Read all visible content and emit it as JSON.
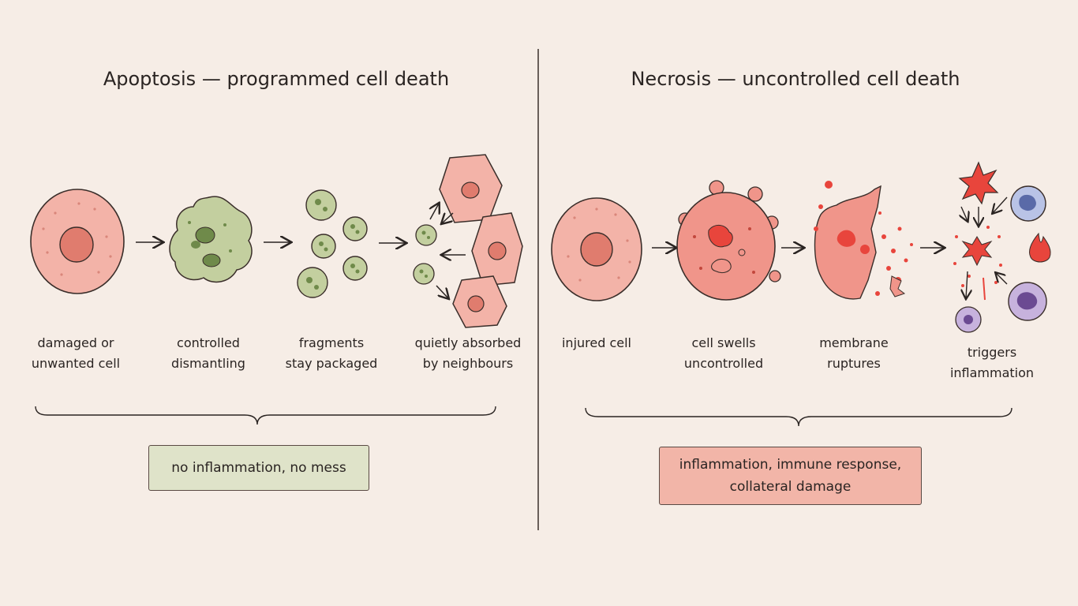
{
  "colors": {
    "background": "#f6ede6",
    "cell_pink": "#f3b3a8",
    "nucleus": "#e07c6e",
    "apoptotic_green": "#c3cf9f",
    "green_dark": "#6f8a4a",
    "necrosis_red": "#e8453c",
    "immune_blue": "#b9c3e6",
    "immune_purple": "#c7b2dd",
    "ink": "#2a2422"
  },
  "apoptosis": {
    "title": "Apoptosis — programmed cell death",
    "steps": [
      {
        "line1": "damaged or",
        "line2": "unwanted cell"
      },
      {
        "line1": "controlled",
        "line2": "dismantling"
      },
      {
        "line1": "fragments",
        "line2": "stay packaged"
      },
      {
        "line1": "quietly absorbed",
        "line2": "by neighbours"
      }
    ],
    "outcome": "no inflammation, no mess"
  },
  "necrosis": {
    "title": "Necrosis — uncontrolled cell death",
    "steps": [
      {
        "line1": "injured cell",
        "line2": ""
      },
      {
        "line1": "cell swells",
        "line2": "uncontrolled"
      },
      {
        "line1": "membrane",
        "line2": "ruptures"
      },
      {
        "line1": "triggers",
        "line2": "inflammation"
      }
    ],
    "outcome_line1": "inflammation, immune response,",
    "outcome_line2": "collateral damage"
  }
}
